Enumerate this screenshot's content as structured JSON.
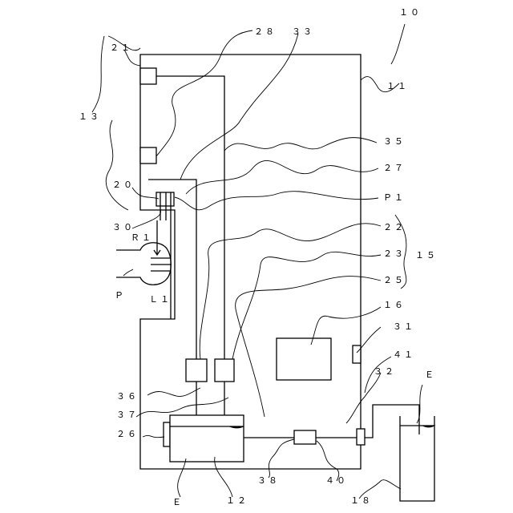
{
  "figure": {
    "labels": {
      "device": "１０",
      "housing": "１１",
      "panel": "１３",
      "unit_group": "１５",
      "detector": "２１",
      "connector_28": "２８",
      "cable_33": "３３",
      "cable_35": "３５",
      "cable_27": "２７",
      "port_20": "２０",
      "pressure_P1": "Ｐ１",
      "lens_30": "３０",
      "reflector_R1": "Ｒ１",
      "module_22": "２２",
      "module_23": "２３",
      "module_25": "２５",
      "light_L1": "Ｌ１",
      "point_P": "Ｐ",
      "controller_16": "１６",
      "sensor_31": "３１",
      "tube_41": "４１",
      "joint_32": "３２",
      "liquid_E_right": "Ｅ",
      "line_36": "３６",
      "line_37": "３７",
      "tank_side_26": "２６",
      "pipe_38": "３８",
      "pipe_40": "４０",
      "liquid_E_bottom": "Ｅ",
      "tank_12": "１２",
      "container_18": "１８"
    }
  }
}
